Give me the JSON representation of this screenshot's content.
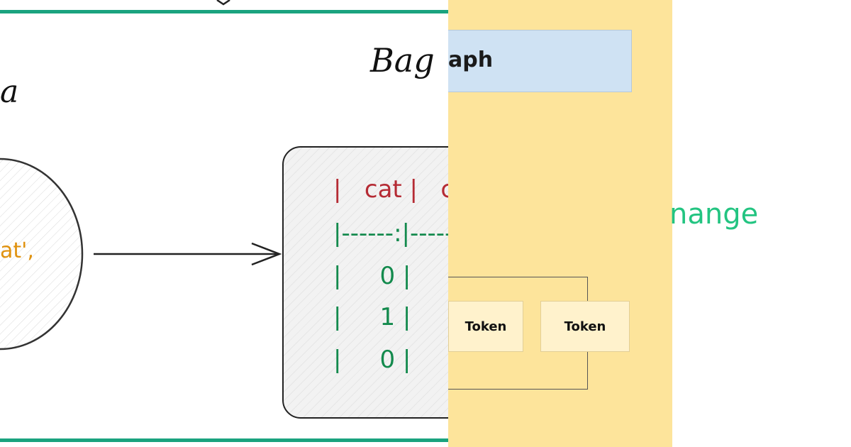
{
  "left_panel": {
    "title_fragment": "a",
    "bag_label_fragment": "Bag",
    "ellipse_text_fragment": "at',",
    "table": {
      "header": "|   cat |   c",
      "separator": "|------:|-----",
      "rows": [
        "|     0 |",
        "|     1 |",
        "|     0 |"
      ]
    }
  },
  "right_panel": {
    "paragraph_label_fragment": "aph",
    "tokens": [
      "Token",
      "Token"
    ],
    "change_fragment": "nange"
  },
  "colors": {
    "rule_green": "#1aa37f",
    "table_red": "#b52b34",
    "table_green": "#138a4d",
    "panel_yellow": "#fde49b",
    "paragraph_blue": "#cfe2f3",
    "token_cream": "#fff2cc",
    "change_green": "#23c481"
  }
}
